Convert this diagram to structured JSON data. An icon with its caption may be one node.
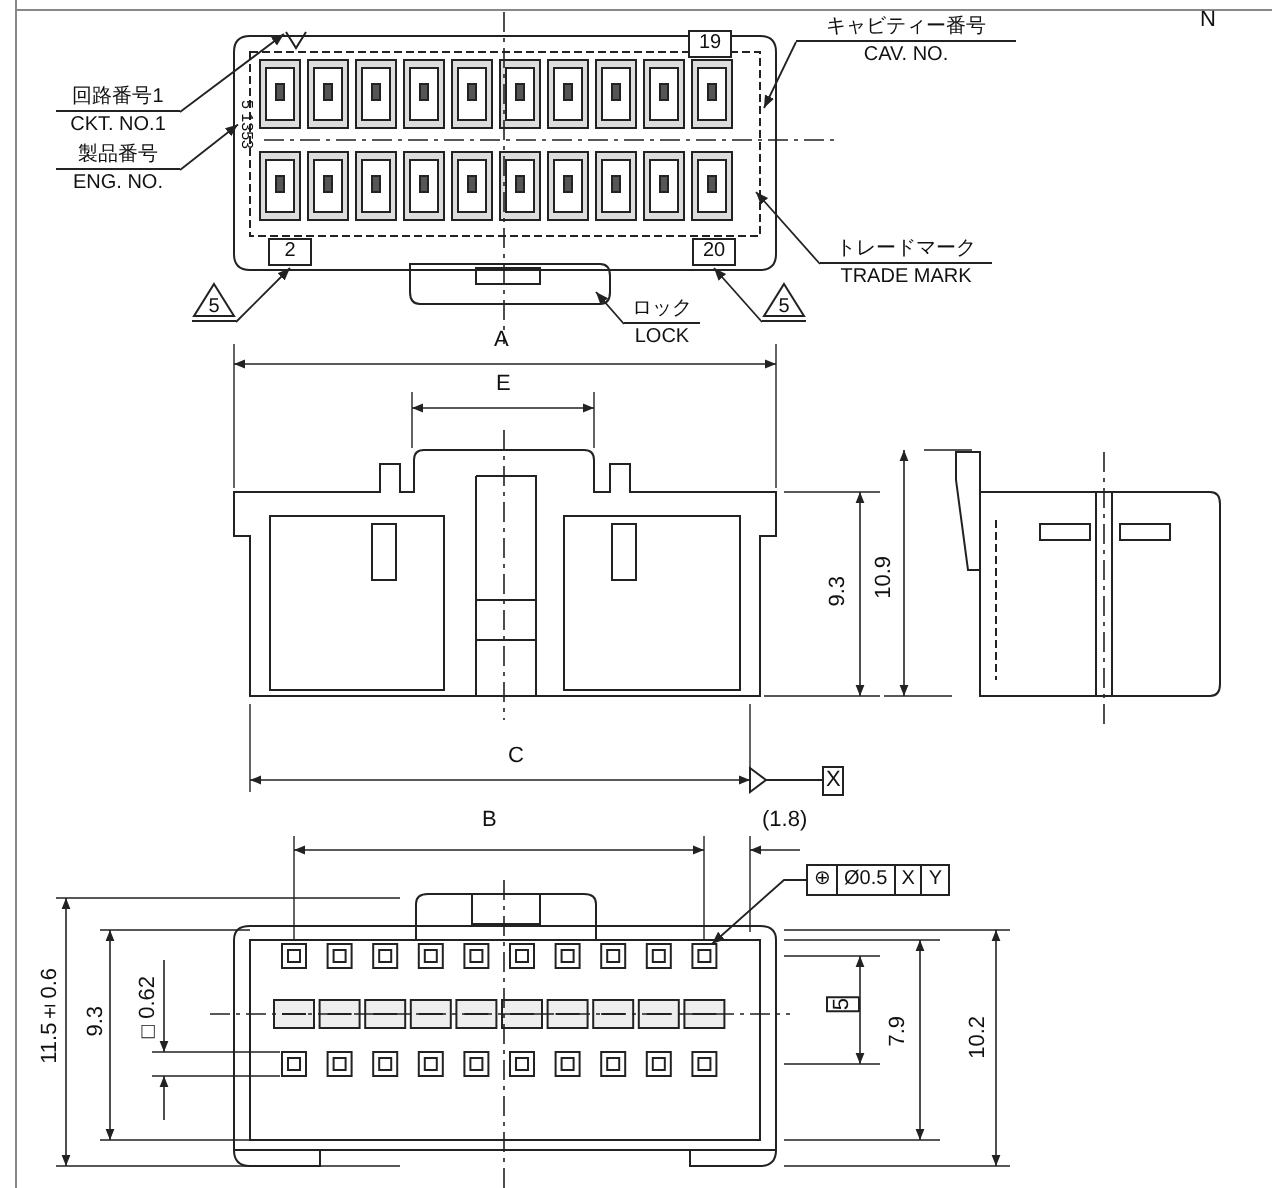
{
  "diagram": {
    "nodes": [
      {
        "text": [
          "キャビティー番号",
          "CAV. NO."
        ]
      },
      {
        "text": [
          "19"
        ]
      },
      {
        "text": [
          "回路番号1",
          "CKT. NO.1"
        ]
      },
      {
        "text": [
          "製品番号",
          "ENG. NO."
        ]
      },
      {
        "text": [
          "2"
        ]
      },
      {
        "text": [
          "20"
        ]
      },
      {
        "text": [
          "トレードマーク",
          "TRADE MARK"
        ]
      },
      {
        "text": [
          "5"
        ]
      },
      {
        "text": [
          "5"
        ]
      },
      {
        "text": [
          "ロック",
          "LOCK"
        ]
      },
      {
        "text": [
          "⊕",
          "Ø0.5",
          "X",
          "Y"
        ]
      },
      {
        "text": [
          "5 1353"
        ]
      },
      {
        "text": [],
        "shape": "triangle"
      }
    ],
    "edges": [
      {
        "from": 0,
        "to": null,
        "arrow": "to"
      },
      {
        "from": 2,
        "to": 12,
        "arrow": "to"
      },
      {
        "from": 3,
        "to": 11,
        "arrow": "to"
      },
      {
        "from": 6,
        "to": null,
        "arrow": "to"
      },
      {
        "from": 7,
        "to": 4,
        "arrow": "to"
      },
      {
        "from": 8,
        "to": 5,
        "arrow": "to"
      },
      {
        "from": 9,
        "to": null,
        "arrow": "to"
      },
      {
        "from": 10,
        "to": null,
        "arrow": "to"
      }
    ],
    "labels": [
      "N",
      "A",
      "E",
      "9.3",
      "10.9",
      "C",
      "X",
      "B",
      "(1.8)",
      "11.5±0.6",
      "9.3",
      "□0.62",
      "5",
      "7.9",
      "10.2"
    ]
  }
}
